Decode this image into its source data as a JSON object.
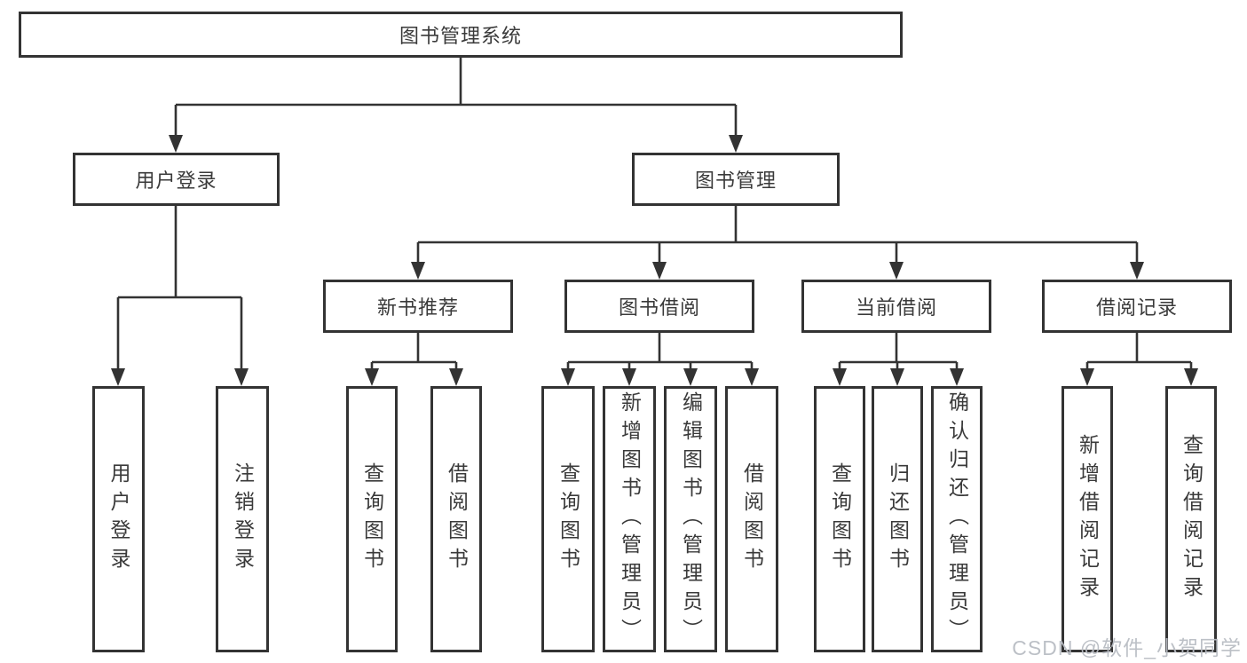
{
  "diagram": {
    "type": "tree",
    "title": "图书管理系统",
    "tree": {
      "label": "图书管理系统",
      "children": [
        {
          "label": "用户登录",
          "children": [
            {
              "label": "用户登录"
            },
            {
              "label": "注销登录"
            }
          ]
        },
        {
          "label": "图书管理",
          "children": [
            {
              "label": "新书推荐",
              "children": [
                {
                  "label": "查询图书"
                },
                {
                  "label": "借阅图书"
                }
              ]
            },
            {
              "label": "图书借阅",
              "children": [
                {
                  "label": "查询图书"
                },
                {
                  "label": "新增图书（管理员）"
                },
                {
                  "label": "编辑图书（管理员）"
                },
                {
                  "label": "借阅图书"
                }
              ]
            },
            {
              "label": "当前借阅",
              "children": [
                {
                  "label": "查询图书"
                },
                {
                  "label": "归还图书"
                },
                {
                  "label": "确认归还（管理员）"
                }
              ]
            },
            {
              "label": "借阅记录",
              "children": [
                {
                  "label": "新增借阅记录"
                },
                {
                  "label": "查询借阅记录"
                }
              ]
            }
          ]
        }
      ]
    },
    "colors": {
      "line": "#333333",
      "text": "#3a3a3a",
      "background": "#ffffff"
    }
  },
  "watermark": {
    "text": "CSDN @软件_小贺同学",
    "color": "#b9bdc4"
  }
}
